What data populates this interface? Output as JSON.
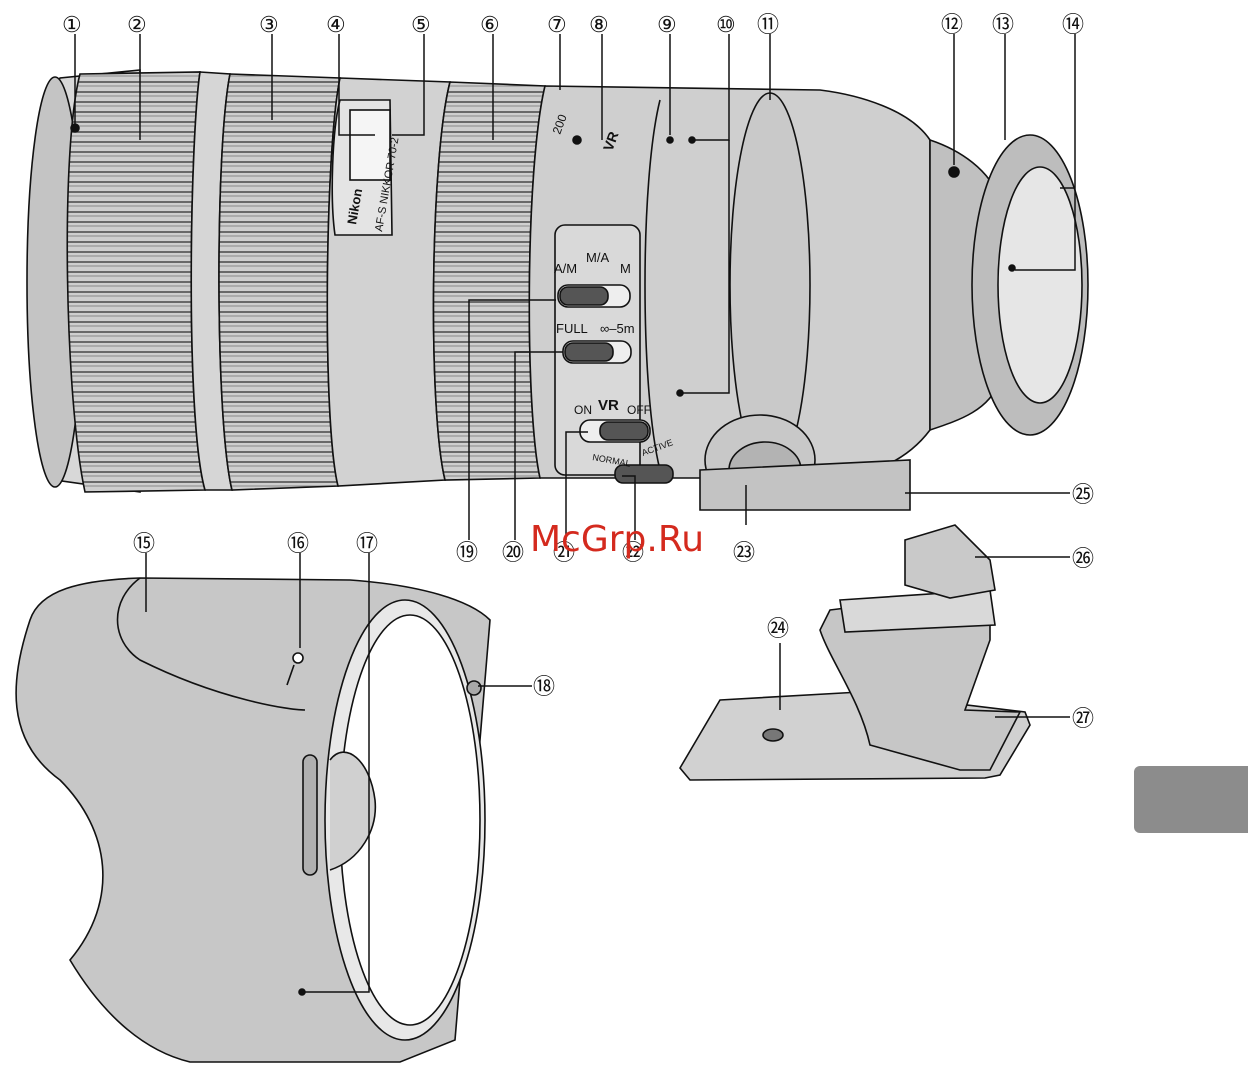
{
  "callouts": [
    {
      "n": "1",
      "text": "①"
    },
    {
      "n": "2",
      "text": "②"
    },
    {
      "n": "3",
      "text": "③"
    },
    {
      "n": "4",
      "text": "④"
    },
    {
      "n": "5",
      "text": "⑤"
    },
    {
      "n": "6",
      "text": "⑥"
    },
    {
      "n": "7",
      "text": "⑦"
    },
    {
      "n": "8",
      "text": "⑧"
    },
    {
      "n": "9",
      "text": "⑨"
    },
    {
      "n": "10",
      "text": "⑩"
    },
    {
      "n": "11",
      "text": "⑪"
    },
    {
      "n": "12",
      "text": "⑫"
    },
    {
      "n": "13",
      "text": "⑬"
    },
    {
      "n": "14",
      "text": "⑭"
    },
    {
      "n": "15",
      "text": "⑮"
    },
    {
      "n": "16",
      "text": "⑯"
    },
    {
      "n": "17",
      "text": "⑰"
    },
    {
      "n": "18",
      "text": "⑱"
    },
    {
      "n": "19",
      "text": "⑲"
    },
    {
      "n": "20",
      "text": "⑳"
    },
    {
      "n": "21",
      "text": "㉑"
    },
    {
      "n": "22",
      "text": "㉒"
    },
    {
      "n": "23",
      "text": "㉓"
    },
    {
      "n": "24",
      "text": "㉔"
    },
    {
      "n": "25",
      "text": "㉕"
    },
    {
      "n": "26",
      "text": "㉖"
    },
    {
      "n": "27",
      "text": "㉗"
    }
  ],
  "lens_labels": {
    "brand": "Nikon",
    "model": "AF-S NIKKOR 70-2",
    "focal_200": "200",
    "vr_badge": "VR",
    "focus_mode": {
      "am": "A/M",
      "ma": "M/A",
      "m": "M"
    },
    "focus_limit": {
      "full": "FULL",
      "range": "∞–5m"
    },
    "vr_switch": {
      "on": "ON",
      "vr": "VR",
      "off": "OFF"
    },
    "vr_mode": {
      "normal": "NORMAL",
      "active": "ACTIVE"
    }
  },
  "watermark": "McGrp.Ru",
  "colors": {
    "body": "#cfcfcf",
    "shade": "#b8b8b8",
    "light": "#e2e2e2",
    "line": "#111111",
    "watermark": "#d42a1e",
    "tab": "#8c8c8c"
  }
}
